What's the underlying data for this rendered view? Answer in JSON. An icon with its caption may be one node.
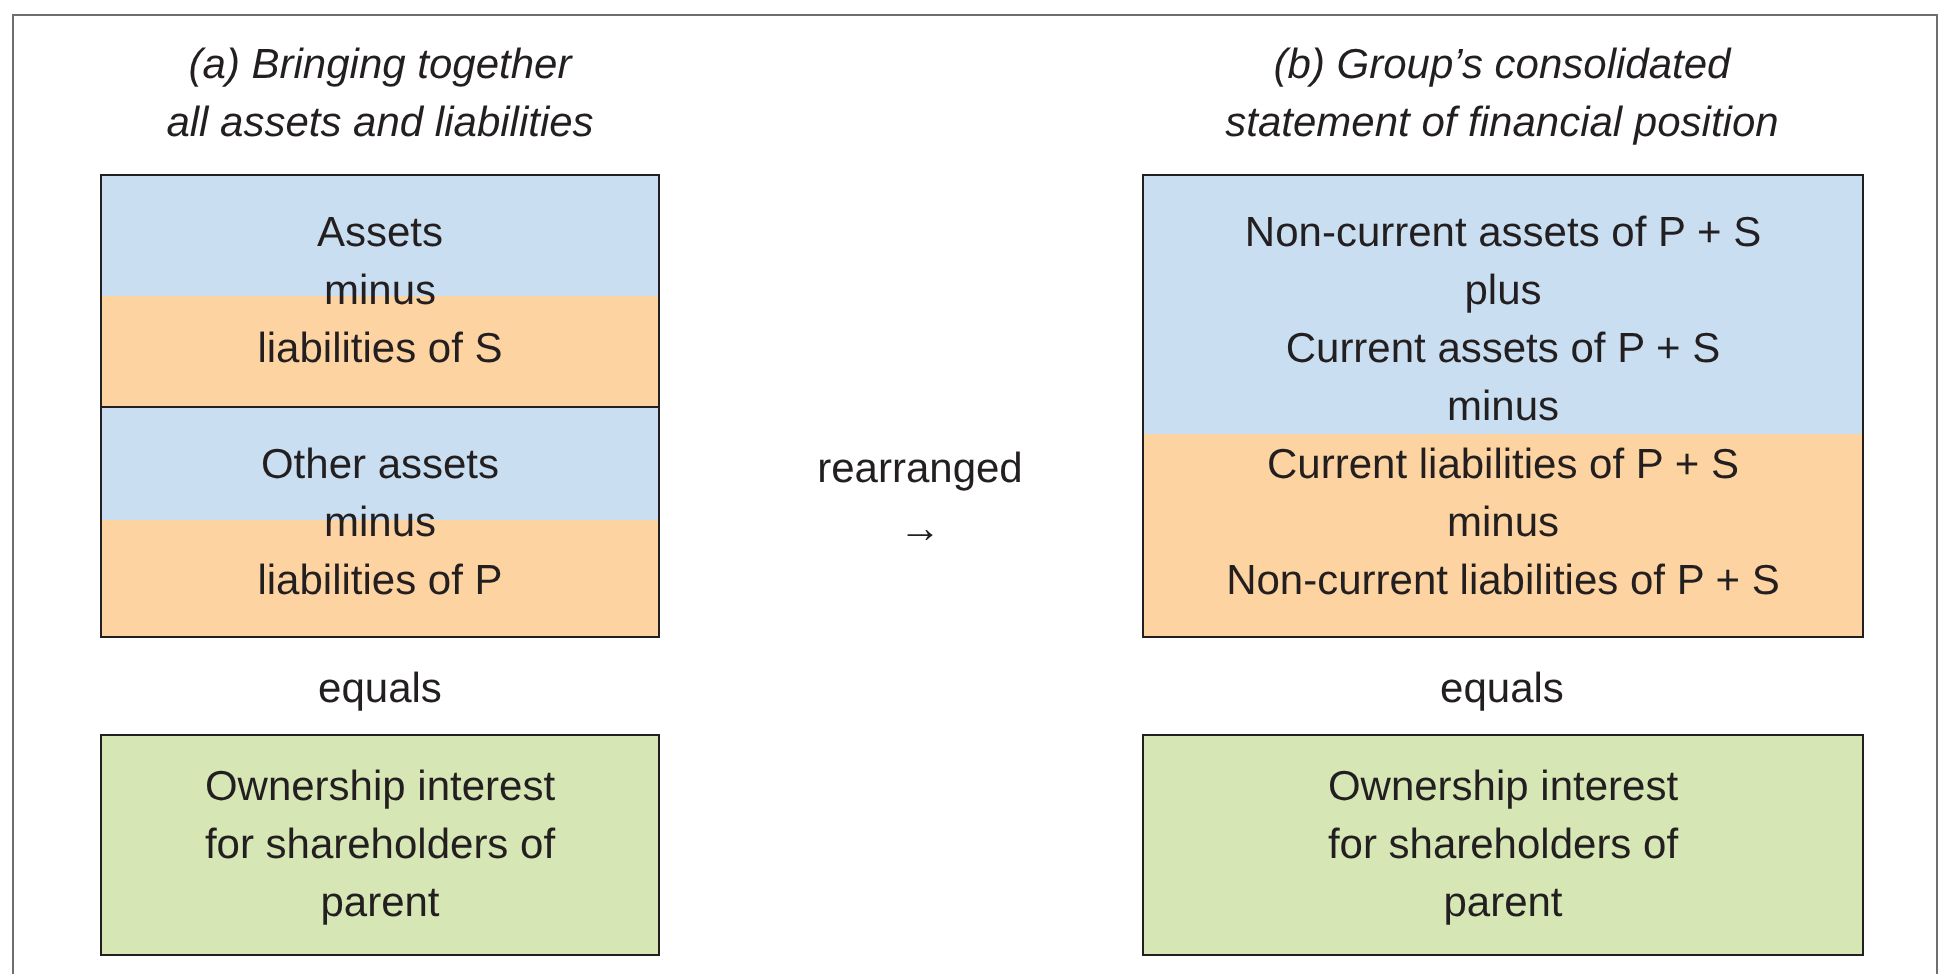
{
  "diagram": {
    "nodes": [
      {
        "text": [
          "Assets",
          "minus",
          "liabilities of S"
        ]
      },
      {
        "text": [
          "Other assets",
          "minus",
          "liabilities of P"
        ]
      },
      {
        "text": [
          "Ownership interest for shareholders of parent"
        ]
      },
      {
        "text": [
          "Non-current assets of P + S",
          "plus",
          "Current assets of P + S",
          "minus",
          "Current liabilities of P + S",
          "minus",
          "Non-current liabilities of P + S"
        ]
      },
      {
        "text": [
          "Ownership interest for shareholders of parent"
        ]
      }
    ],
    "labels": [
      "(a) Bringing together all assets and liabilities",
      "(b) Group’s consolidated statement of financial position",
      "rearranged",
      "→",
      "equals",
      "equals"
    ]
  }
}
